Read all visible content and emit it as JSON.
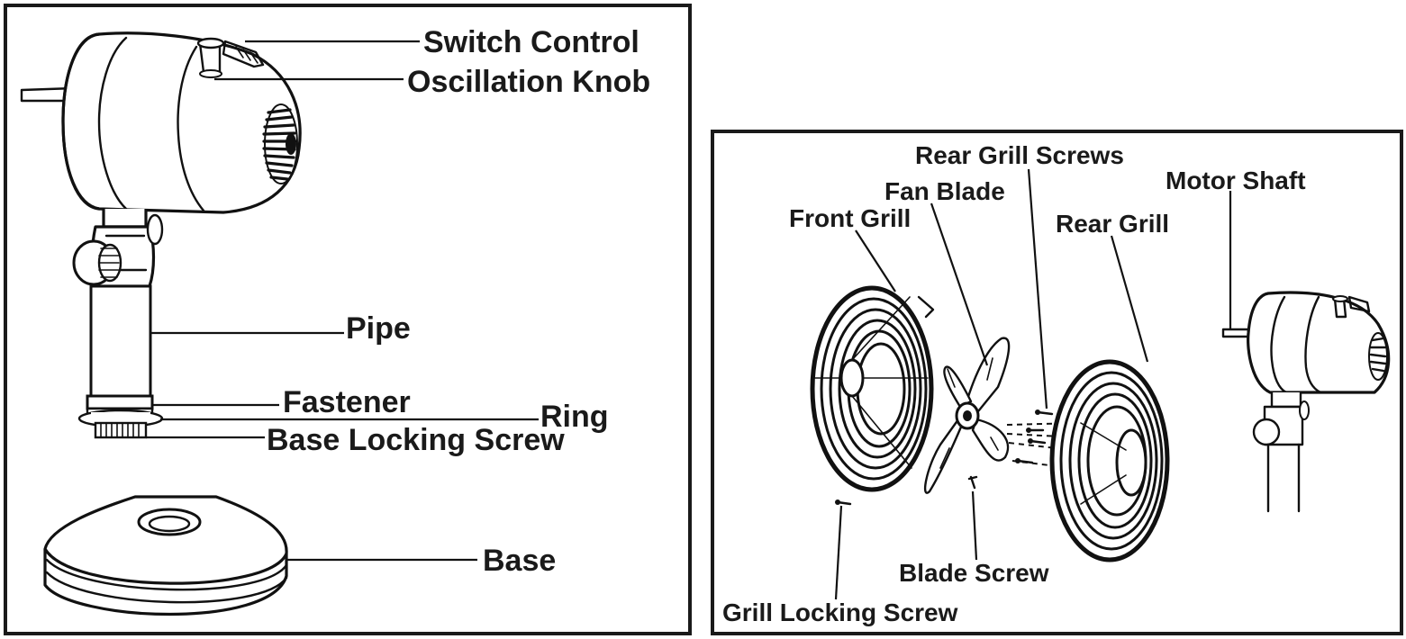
{
  "left_panel": {
    "labels": {
      "switch_control": "Switch Control",
      "oscillation_knob": "Oscillation Knob",
      "pipe": "Pipe",
      "fastener": "Fastener",
      "ring": "Ring",
      "base_locking_screw": "Base Locking Screw",
      "base": "Base"
    }
  },
  "right_panel": {
    "labels": {
      "rear_grill_screws": "Rear Grill Screws",
      "motor_shaft": "Motor Shaft",
      "fan_blade": "Fan Blade",
      "front_grill": "Front Grill",
      "rear_grill": "Rear Grill",
      "blade_screw": "Blade Screw",
      "grill_locking_screw": "Grill Locking Screw"
    }
  },
  "colors": {
    "ink": "#111111",
    "background": "#ffffff",
    "frame": "#1a1a1a"
  }
}
